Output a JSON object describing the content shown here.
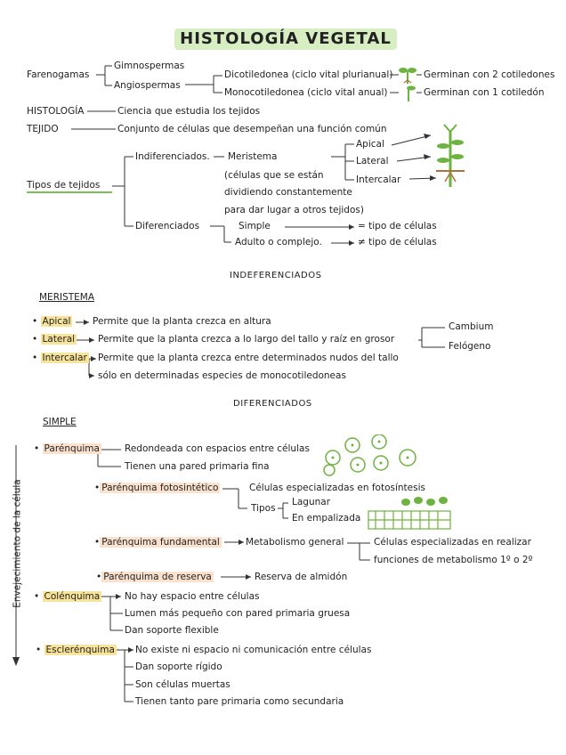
{
  "title": "HISTOLOGÍA VEGETAL",
  "top": {
    "farenogamas": "Farenogamas",
    "gimnospermas": "Gimnospermas",
    "angiospermas": "Angiospermas",
    "dicotiledonea": "Dicotiledonea (ciclo vital plurianual)",
    "monocotiledonea": "Monocotiledonea (ciclo vital anual)",
    "germinan_2": "Germinan con 2 cotiledones",
    "germinan_1": "Germinan con 1 cotiledón",
    "histologia": "HISTOLOGÍA",
    "histologia_def": "Ciencia que estudia los tejidos",
    "tejido": "TEJIDO",
    "tejido_def": "Conjunto de células que desempeñan una función común"
  },
  "tipos": {
    "tipos_label": "Tipos de tejidos",
    "indiferenciados": "Indiferenciados.",
    "meristema": "Meristema",
    "desc_1": "(células que se están",
    "desc_2": "dividiendo constantemente",
    "desc_3": "para dar lugar a otros tejidos)",
    "apical": "Apical",
    "lateral": "Lateral",
    "intercalar": "Intercalar",
    "diferenciados": "Diferenciados",
    "simple": "Simple",
    "adulto": "Adulto o complejo.",
    "simple_result": "= tipo de células",
    "adulto_result": "≠ tipo de células"
  },
  "indif_section": {
    "heading": "INDEFERENCIADOS",
    "meristema_heading": "MERISTEMA",
    "apical": "Apical",
    "apical_desc": "Permite que la planta crezca en altura",
    "lateral": "Lateral",
    "lateral_desc": "Permite que la planta crezca a lo largo del tallo y raíz en grosor",
    "cambium": "Cambium",
    "felogeno": "Felógeno",
    "intercalar": "Intercalar",
    "intercalar_desc_1": "Permite que la planta crezca entre determinados nudos del tallo",
    "intercalar_desc_2": "sólo en determinadas especies de monocotiledoneas"
  },
  "dif_section": {
    "heading": "DIFERENCIADOS",
    "simple_heading": "SIMPLE",
    "side_label": "Envejecimiento de la célula",
    "parenquima": "Parénquima",
    "par_1": "Redondeada con espacios entre células",
    "par_2": "Tienen una pared primaria fina",
    "par_foto": "Parénquima fotosintético",
    "par_foto_desc": "Células especializadas en fotosíntesis",
    "tipos": "Tipos",
    "lagunar": "Lagunar",
    "empalizada": "En empalizada",
    "par_fund": "Parénquima fundamental",
    "metabolismo": "Metabolismo general",
    "metab_1": "Células especializadas en realizar",
    "metab_2": "funciones de metabolismo 1º o 2º",
    "par_reserva": "Parénquima de reserva",
    "reserva_desc": "Reserva de almidón",
    "colenquima": "Colénquima",
    "col_1": "No hay espacio entre células",
    "col_2": "Lumen más pequeño con pared primaria gruesa",
    "col_3": "Dan soporte flexible",
    "esclerenquima": "Esclerénquima",
    "esc_1": "No existe ni espacio ni comunicación entre células",
    "esc_2": "Dan soporte rígido",
    "esc_3": "Son células muertas",
    "esc_4": "Tienen tanto pare primaria como secundaria"
  },
  "icons": {
    "seedling_dicot": "seedling-dicot-icon",
    "seedling_monocot": "seedling-monocot-icon",
    "plant": "plant-meristem-icon",
    "cells": "parenchyma-cells-icon",
    "palisade": "palisade-cells-icon"
  },
  "colors": {
    "highlight_yellow": "#f7e39a",
    "highlight_green": "#d9efc6",
    "highlight_orange": "#fbe2cf",
    "plant_green": "#6db33f"
  }
}
